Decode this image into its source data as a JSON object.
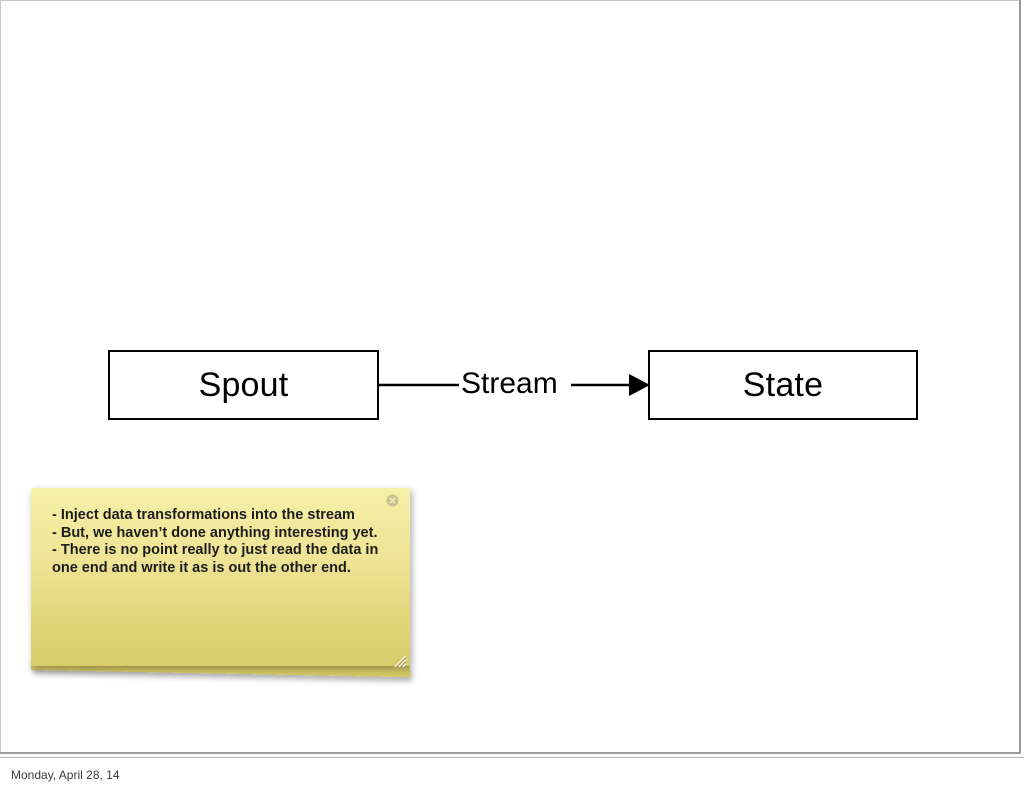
{
  "slide": {
    "background_color": "#ffffff",
    "border_color": "#9b9b9b"
  },
  "diagram": {
    "type": "flow",
    "nodes": [
      {
        "id": "spout",
        "label": "Spout"
      },
      {
        "id": "state",
        "label": "State"
      }
    ],
    "edges": [
      {
        "from": "spout",
        "to": "state",
        "label": "Stream",
        "arrow": "to"
      }
    ]
  },
  "sticky_note": {
    "text": "- Inject data transformations into the stream\n- But, we haven’t done anything interesting yet.\n- There is no point really to just read the data in one end and write it as is out the other end.",
    "close_icon": "close-circle-icon",
    "resize_icon": "resize-grip-icon",
    "background_top_color": "#f7f0a8",
    "background_bottom_color": "#d8cb6a",
    "text_color": "#1d1d1d"
  },
  "footer": {
    "date": "Monday, April 28, 14"
  }
}
